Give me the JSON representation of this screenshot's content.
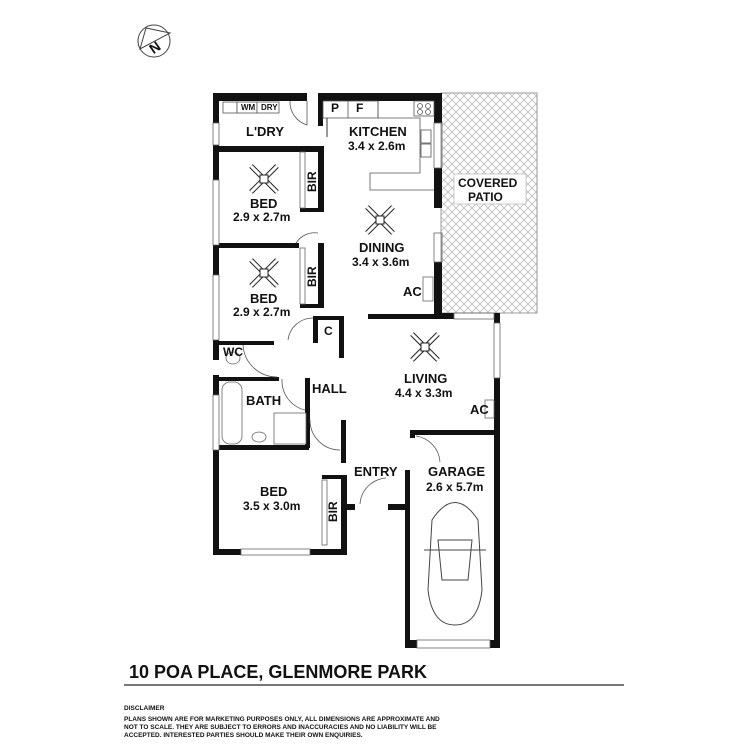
{
  "compass": {
    "label": "N"
  },
  "rooms": {
    "laundry": {
      "name": "L'DRY",
      "fixtures": [
        "WM",
        "DRY"
      ]
    },
    "kitchen": {
      "name": "KITCHEN",
      "dims": "3.4 x 2.6m",
      "fixtures": [
        "P",
        "F"
      ]
    },
    "bed1": {
      "name": "BED",
      "dims": "2.9 x 2.7m",
      "robe": "BIR"
    },
    "bed2": {
      "name": "BED",
      "dims": "2.9 x 2.7m",
      "robe": "BIR"
    },
    "dining": {
      "name": "DINING",
      "dims": "3.4 x 3.6m",
      "ac": "AC"
    },
    "patio": {
      "name_line1": "COVERED",
      "name_line2": "PATIO"
    },
    "wc": {
      "name": "WC"
    },
    "cupboard": {
      "name": "C"
    },
    "hall": {
      "name": "HALL"
    },
    "living": {
      "name": "LIVING",
      "dims": "4.4 x 3.3m",
      "ac": "AC"
    },
    "bath": {
      "name": "BATH"
    },
    "entry": {
      "name": "ENTRY"
    },
    "garage": {
      "name": "GARAGE",
      "dims": "2.6 x 5.7m"
    },
    "bed3": {
      "name": "BED",
      "dims": "3.5 x 3.0m",
      "robe": "BIR"
    }
  },
  "footer": {
    "address": "10 POA PLACE, GLENMORE PARK",
    "disclaimer_heading": "DISCLAIMER",
    "disclaimer_text": "PLANS SHOWN ARE FOR MARKETING PURPOSES ONLY, ALL DIMENSIONS ARE APPROXIMATE AND NOT TO SCALE. THEY ARE SUBJECT TO ERRORS AND INACCURACIES AND NO LIABILITY WILL BE ACCEPTED. INTERESTED PARTIES SHOULD MAKE THEIR OWN ENQUIRIES."
  },
  "colors": {
    "wall": "#111111",
    "hatch": "#bbbbbb",
    "rule": "#777777"
  }
}
